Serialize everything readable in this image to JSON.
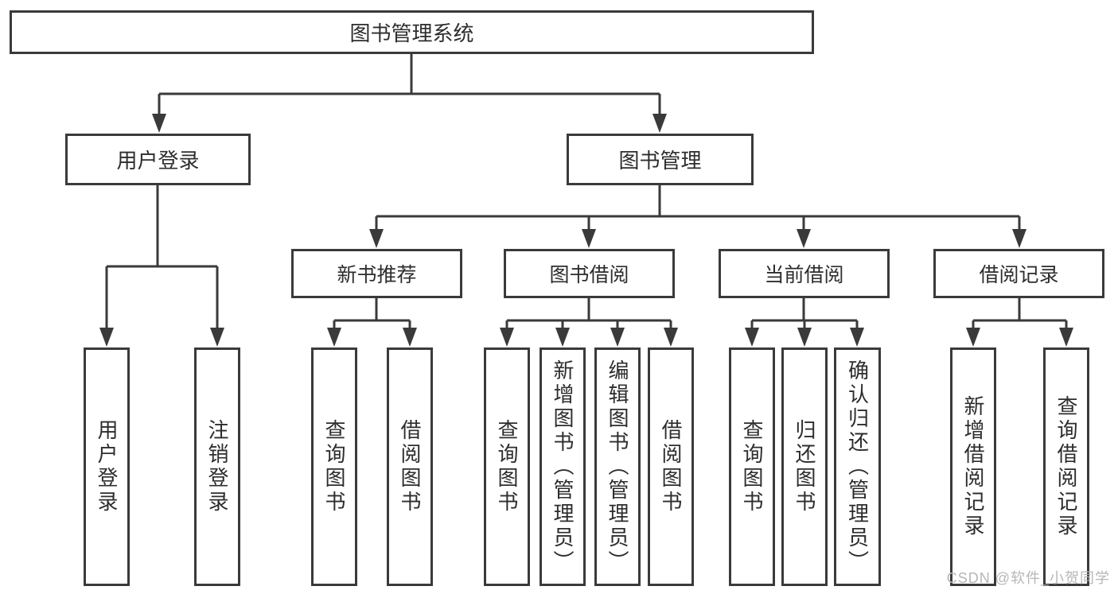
{
  "tree": {
    "root": "图书管理系统",
    "branches": [
      {
        "label": "用户登录",
        "children": [
          {
            "label": "用户登录"
          },
          {
            "label": "注销登录"
          }
        ]
      },
      {
        "label": "图书管理",
        "children": [
          {
            "label": "新书推荐",
            "children": [
              {
                "label": "查询图书"
              },
              {
                "label": "借阅图书"
              }
            ]
          },
          {
            "label": "图书借阅",
            "children": [
              {
                "label": "查询图书"
              },
              {
                "label": "新增图书（管理员）"
              },
              {
                "label": "编辑图书（管理员）"
              },
              {
                "label": "借阅图书"
              }
            ]
          },
          {
            "label": "当前借阅",
            "children": [
              {
                "label": "查询图书"
              },
              {
                "label": "归还图书"
              },
              {
                "label": "确认归还（管理员）"
              }
            ]
          },
          {
            "label": "借阅记录",
            "children": [
              {
                "label": "新增借阅记录"
              },
              {
                "label": "查询借阅记录"
              }
            ]
          }
        ]
      }
    ]
  },
  "watermark": {
    "text": "CSDN @软件_小贺同学"
  },
  "colors": {
    "line": "#3a3a3a",
    "text": "#2d2d2d",
    "watermark": "#b7b5bb",
    "background": "#ffffff"
  }
}
